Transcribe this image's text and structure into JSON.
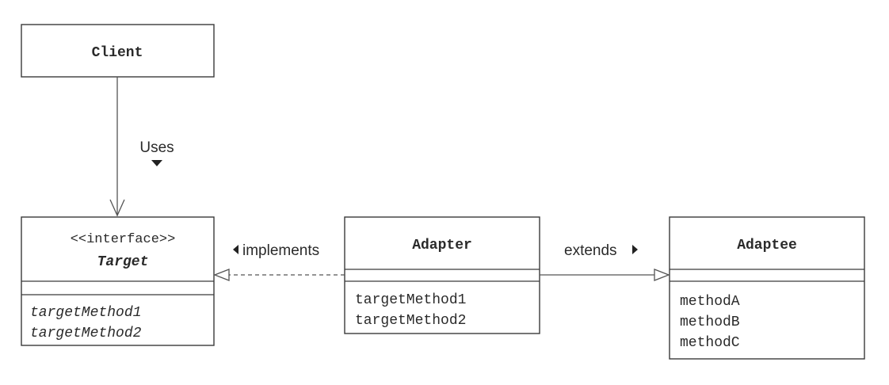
{
  "classes": {
    "client": {
      "name": "Client"
    },
    "target": {
      "stereotype": "<<interface>>",
      "name": "Target",
      "methods": [
        "targetMethod1",
        "targetMethod2"
      ]
    },
    "adapter": {
      "name": "Adapter",
      "methods": [
        "targetMethod1",
        "targetMethod2"
      ]
    },
    "adaptee": {
      "name": "Adaptee",
      "methods": [
        "methodA",
        "methodB",
        "methodC"
      ]
    }
  },
  "relationships": {
    "uses": {
      "label": "Uses",
      "from": "Client",
      "to": "Target",
      "direction_marker": "down"
    },
    "implements": {
      "label": "implements",
      "from": "Adapter",
      "to": "Target",
      "direction_marker": "left"
    },
    "extends": {
      "label": "extends",
      "from": "Adapter",
      "to": "Adaptee",
      "direction_marker": "right"
    }
  }
}
